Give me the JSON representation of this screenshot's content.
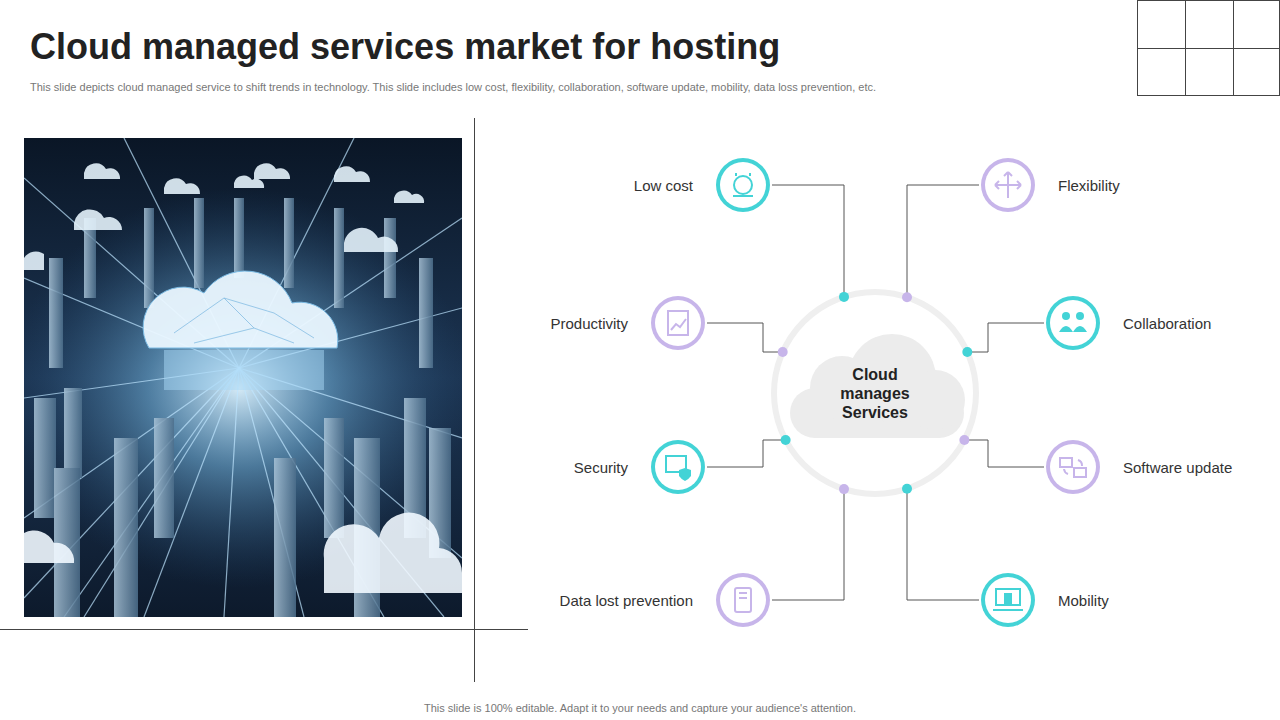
{
  "diagram": {
    "title": "Cloud managed services market for hosting",
    "nodes": [
      {
        "text": [
          "Cloud manages Services"
        ]
      },
      {
        "text": [
          "Low cost"
        ]
      },
      {
        "text": [
          "Flexibility"
        ]
      },
      {
        "text": [
          "Productivity"
        ]
      },
      {
        "text": [
          "Collaboration"
        ]
      },
      {
        "text": [
          "Security"
        ]
      },
      {
        "text": [
          "Software update"
        ]
      },
      {
        "text": [
          "Data lost prevention"
        ]
      },
      {
        "text": [
          "Mobility"
        ]
      }
    ],
    "edges": [
      {
        "from": 0,
        "to": 1,
        "arrow": "none"
      },
      {
        "from": 0,
        "to": 2,
        "arrow": "none"
      },
      {
        "from": 0,
        "to": 3,
        "arrow": "none"
      },
      {
        "from": 0,
        "to": 4,
        "arrow": "none"
      },
      {
        "from": 0,
        "to": 5,
        "arrow": "none"
      },
      {
        "from": 0,
        "to": 6,
        "arrow": "none"
      },
      {
        "from": 0,
        "to": 7,
        "arrow": "none"
      },
      {
        "from": 0,
        "to": 8,
        "arrow": "none"
      }
    ],
    "labels": [
      "This slide depicts cloud managed service to shift trends in technology. This slide includes low cost, flexibility, collaboration, software update, mobility, data loss prevention, etc.",
      "This slide is 100% editable. Adapt it to your needs and capture your audience's attention."
    ]
  }
}
